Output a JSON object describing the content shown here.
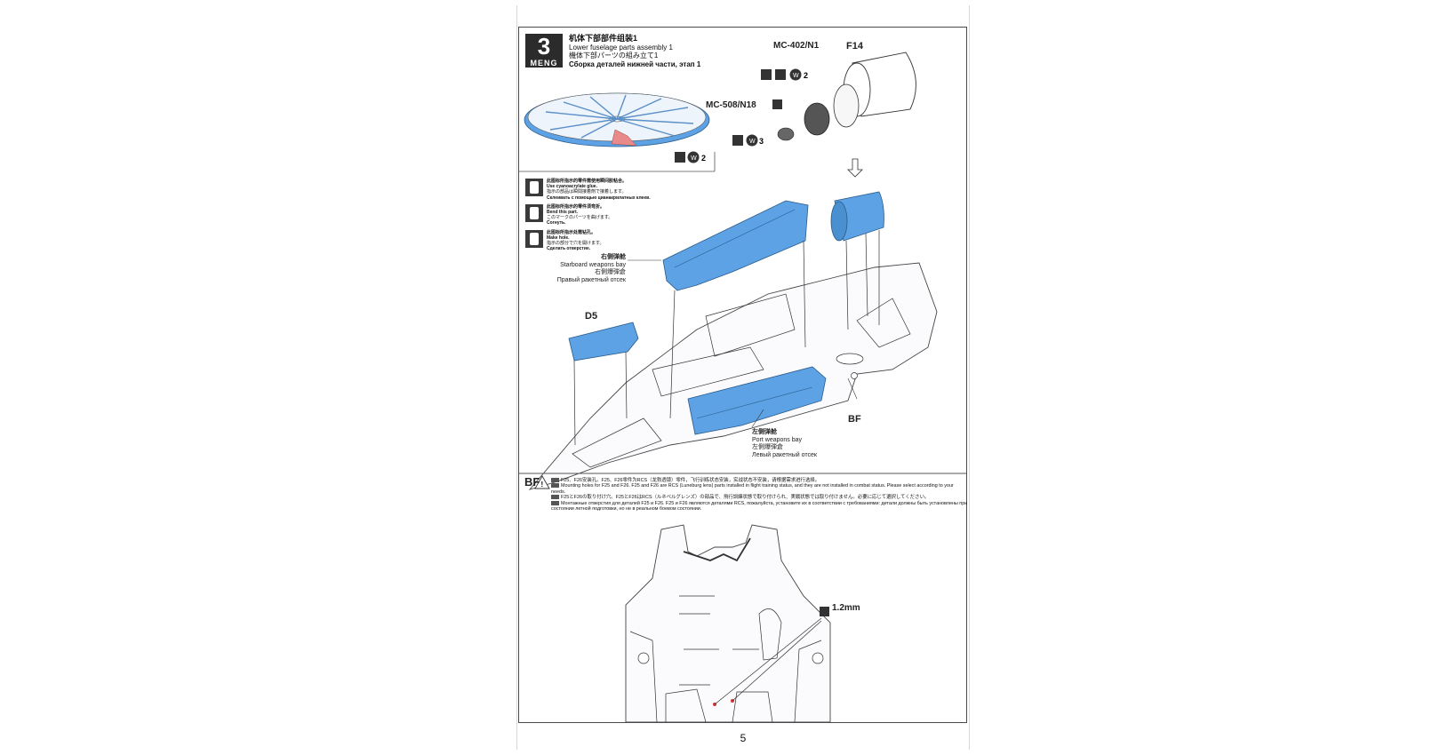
{
  "step": {
    "number": "3",
    "brand": "MENG",
    "title_zh": "机体下部部件组装1",
    "title_en": "Lower fuselage parts assembly 1",
    "title_ja": "機体下部パーツの組み立て1",
    "title_ru": "Сборка деталей нижней части, этап 1"
  },
  "callouts": {
    "mc402": "MC-402/N1",
    "f14": "F14",
    "w2_top": "2",
    "mc508": "MC-508/N18",
    "w3": "3",
    "w2_fan": "2",
    "d5": "D5",
    "bf": "BF",
    "mm": "1.2mm",
    "w_glyph": "W"
  },
  "legend": [
    {
      "zh": "此图标所指示的零件需使用瞬间胶粘合。",
      "en": "Use cyanoacrylate glue.",
      "ja": "指示の部品は瞬間接着剤で接着します。",
      "ru": "Склеивать с помощью цианакрилатных клеев."
    },
    {
      "zh": "此图标所指示的零件须弯折。",
      "en": "Bend this part.",
      "ja": "このマークのパーツを曲げます。",
      "ru": "Согнуть."
    },
    {
      "zh": "此图标所指示处需钻孔。",
      "en": "Make hole.",
      "ja": "指示の部分で穴を開けます。",
      "ru": "Сделать отверстие."
    }
  ],
  "labels": {
    "starboard_zh": "右侧弹舱",
    "starboard_en": "Starboard weapons bay",
    "starboard_ja": "右側爆弾倉",
    "starboard_ru": "Правый ракетный отсек",
    "port_zh": "左侧弹舱",
    "port_en": "Port weapons bay",
    "port_ja": "左側爆弾倉",
    "port_ru": "Левый ракетный отсек"
  },
  "bf_note": {
    "tag": "BF",
    "zh": "F25、F26安装孔。F25、F26零件为RCS（龙勃透镜）零件，飞行训练状态安装，实战状态不安装，请根据需求进行选择。",
    "en": "Mounting holes for F25 and F26. F25 and F26 are RCS (Luneburg lens) parts installed in flight training status, and they are not installed in combat status. Please select according to your needs.",
    "ja": "F25とF26の取り付け穴。F25とF26はRCS（ルネベルグレンズ）の部品で、飛行訓練状態で取り付けられ、実戦状態では取り付けません。必要に応じて選択してください。",
    "ru": "Монтажные отверстия для деталей F25 и F26. F25 и F26 являются деталями RCS, пожалуйста, установите их в соответствии с требованиями: детали должны быть установлены при состоянии летной подготовки, но не в реальном боевом состоянии."
  },
  "page_number": "5",
  "colors": {
    "part_blue": "#5ca2e4",
    "outline": "#444444"
  }
}
